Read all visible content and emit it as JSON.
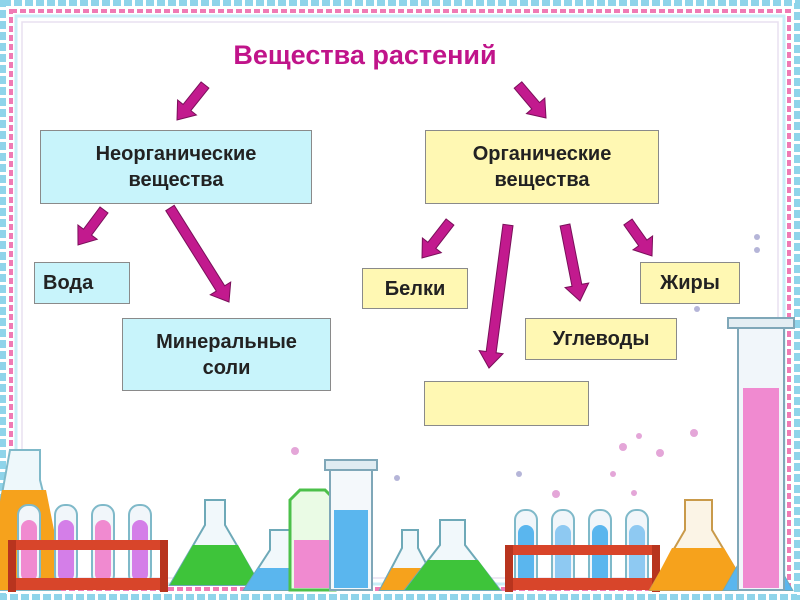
{
  "title": "Вещества растений",
  "nodes": {
    "inorganic": "Неорганические\nвещества",
    "organic": "Органические\nвещества",
    "water": "Вода",
    "minerals": "Минеральные\nсоли",
    "proteins": "Белки",
    "fats": "Жиры",
    "carbs": "Углеводы",
    "blank": ""
  },
  "colors": {
    "title": "#c0148a",
    "arrow": "#c21a8e",
    "blue_box": "#c8f4fb",
    "yellow_box": "#fff8b3",
    "frame_outer": "#8fd4ea",
    "frame_inner": "#f07ab4",
    "pink_liquid": "#f08ad0",
    "blue_liquid": "#5ab6ee",
    "green_liquid": "#3ec43a",
    "orange_liquid": "#f6a21c",
    "rack": "#d8452a"
  }
}
